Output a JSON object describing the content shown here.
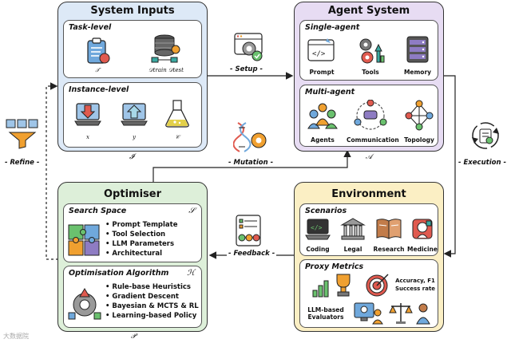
{
  "system_inputs": {
    "title": "System Inputs",
    "symbol": "𝓘",
    "task_level": {
      "title": "Task-level",
      "items": [
        "𝒯",
        "𝒟train  𝒟test"
      ]
    },
    "instance_level": {
      "title": "Instance-level",
      "items": [
        "x",
        "y",
        "𝒞"
      ]
    }
  },
  "agent_system": {
    "title": "Agent System",
    "symbol": "𝒜",
    "single_agent": {
      "title": "Single-agent",
      "items": [
        "Prompt",
        "Tools",
        "Memory"
      ]
    },
    "multi_agent": {
      "title": "Multi-agent",
      "items": [
        "Agents",
        "Communication",
        "Topology"
      ]
    }
  },
  "optimiser": {
    "title": "Optimiser",
    "symbol": "𝒫",
    "search_space": {
      "title": "Search Space",
      "symbol": "𝒮",
      "items": [
        "Prompt Template",
        "Tool Selection",
        "LLM Parameters",
        "Architectural"
      ]
    },
    "optimisation_algorithm": {
      "title": "Optimisation Algorithm",
      "symbol": "ℋ",
      "items": [
        "Rule-base Heuristics",
        "Gradient Descent",
        "Bayesian & MCTS & RL",
        "Learning-based Policy"
      ]
    }
  },
  "environment": {
    "title": "Environment",
    "scenarios": {
      "title": "Scenarios",
      "items": [
        "Coding",
        "Legal",
        "Research",
        "Medicine"
      ]
    },
    "proxy_metrics": {
      "title": "Proxy Metrics",
      "accuracy": "Accuracy, F1",
      "success": "Success rate",
      "evaluators_line1": "LLM-based",
      "evaluators_line2": "Evaluators"
    }
  },
  "edges": {
    "setup": "- Setup -",
    "refine": "- Refine -",
    "mutation": "- Mutation -",
    "execution": "- Execution -",
    "feedback": "- Feedback -"
  },
  "watermark": "大数据院",
  "colors": {
    "blue_panel": "#dde9f7",
    "purple_panel": "#e7dcf3",
    "green_panel": "#ddefd9",
    "yellow_panel": "#fbefc4",
    "red": "#e05a4f",
    "teal": "#3aa9a1",
    "orange": "#f0a030"
  }
}
